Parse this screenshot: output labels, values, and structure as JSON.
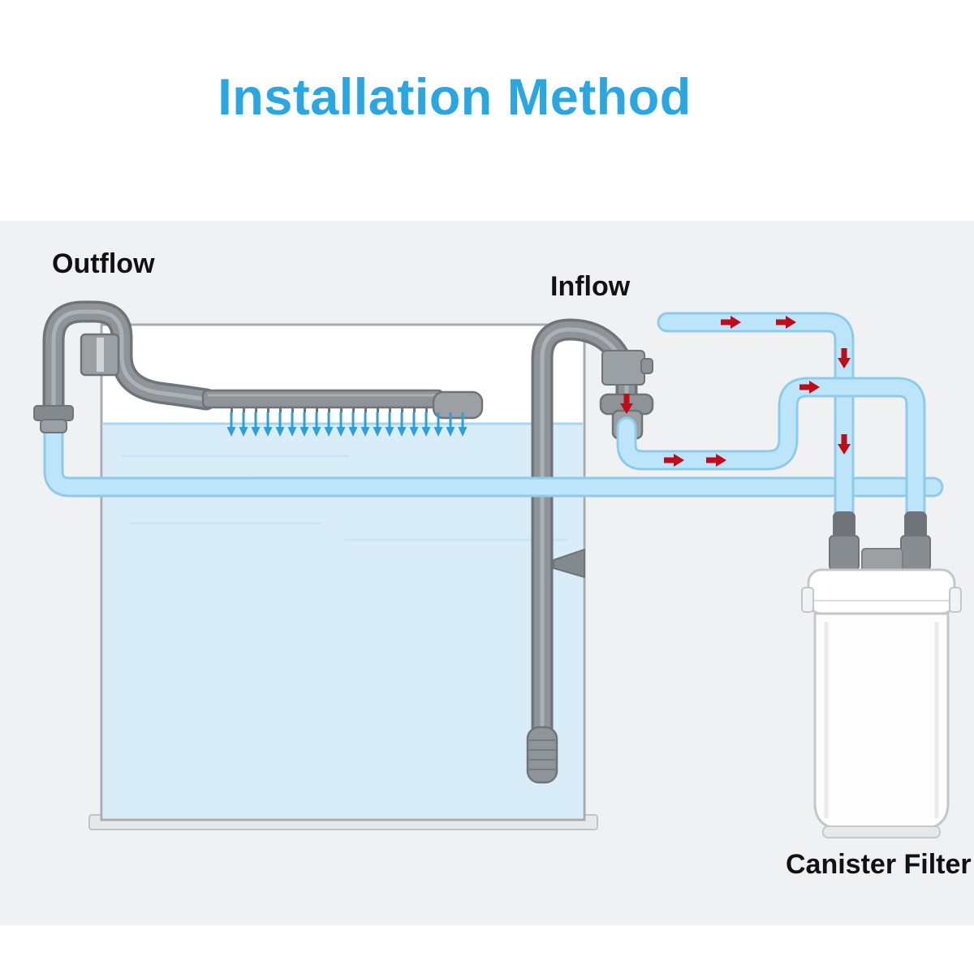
{
  "title": "Installation Method",
  "labels": {
    "outflow": "Outflow",
    "inflow": "Inflow",
    "canister_filter": "Canister Filter"
  },
  "colors": {
    "title_blue": "#2aa7e0",
    "label_text": "#111111",
    "panel_bg": "#f0f1f2",
    "water": "#d9edf9",
    "water_surface": "#a9d6ee",
    "tube_fill": "#bce5f9",
    "tube_edge": "#8fcbe9",
    "pipe_main": "#8f9499",
    "pipe_dark": "#6f7478",
    "pipe_light": "#9ba0a4",
    "flow_arrow_red": "#c20a18",
    "spray_arrow_blue": "#2f9fd8",
    "tank_outline": "#a7acb0",
    "canister_outline": "#c3c7c9"
  },
  "diagram": {
    "description": "Aquarium canister filter installation: outflow spray bar and inflow intake tube on tank connected by tubing to external canister filter",
    "flow_arrow_count": 8,
    "spray_arrow_count": 20
  }
}
